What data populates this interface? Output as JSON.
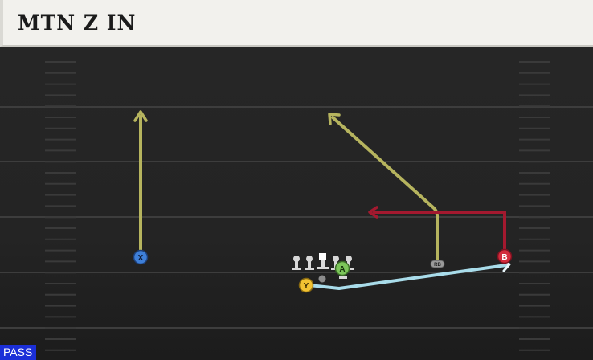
{
  "play": {
    "name": "MTN Z IN",
    "mode": "PASS"
  },
  "colors": {
    "x_route": "#b6b45e",
    "rb_route": "#b6b45e",
    "b_route": "#a3192f",
    "y_route": "#a9dcea",
    "x_player": "#3e7fd8",
    "a_player": "#7cc65a",
    "y_player": "#f1c232",
    "b_player": "#d32b3c",
    "rb_player": "#9a9a9a",
    "mode_tag": "#1b2fd8"
  },
  "players": [
    {
      "id": "X",
      "label": "X",
      "icon": "circle-marker"
    },
    {
      "id": "A",
      "label": "A",
      "icon": "circle-marker"
    },
    {
      "id": "Y",
      "label": "Y",
      "icon": "circle-marker"
    },
    {
      "id": "B",
      "label": "B",
      "icon": "circle-marker"
    },
    {
      "id": "RB",
      "label": "RB",
      "icon": "pill-marker"
    }
  ],
  "routes": [
    {
      "player": "X",
      "type": "go",
      "icon": "arrow"
    },
    {
      "player": "RB",
      "type": "post",
      "icon": "arrow"
    },
    {
      "player": "B",
      "type": "in",
      "icon": "arrow"
    },
    {
      "player": "Y",
      "type": "motion",
      "icon": "arrow"
    }
  ],
  "offensive_line": {
    "icon": "lineman-icon",
    "center_icon": "center-lineman-icon",
    "qb_icon": "quarterback-dot-icon"
  }
}
